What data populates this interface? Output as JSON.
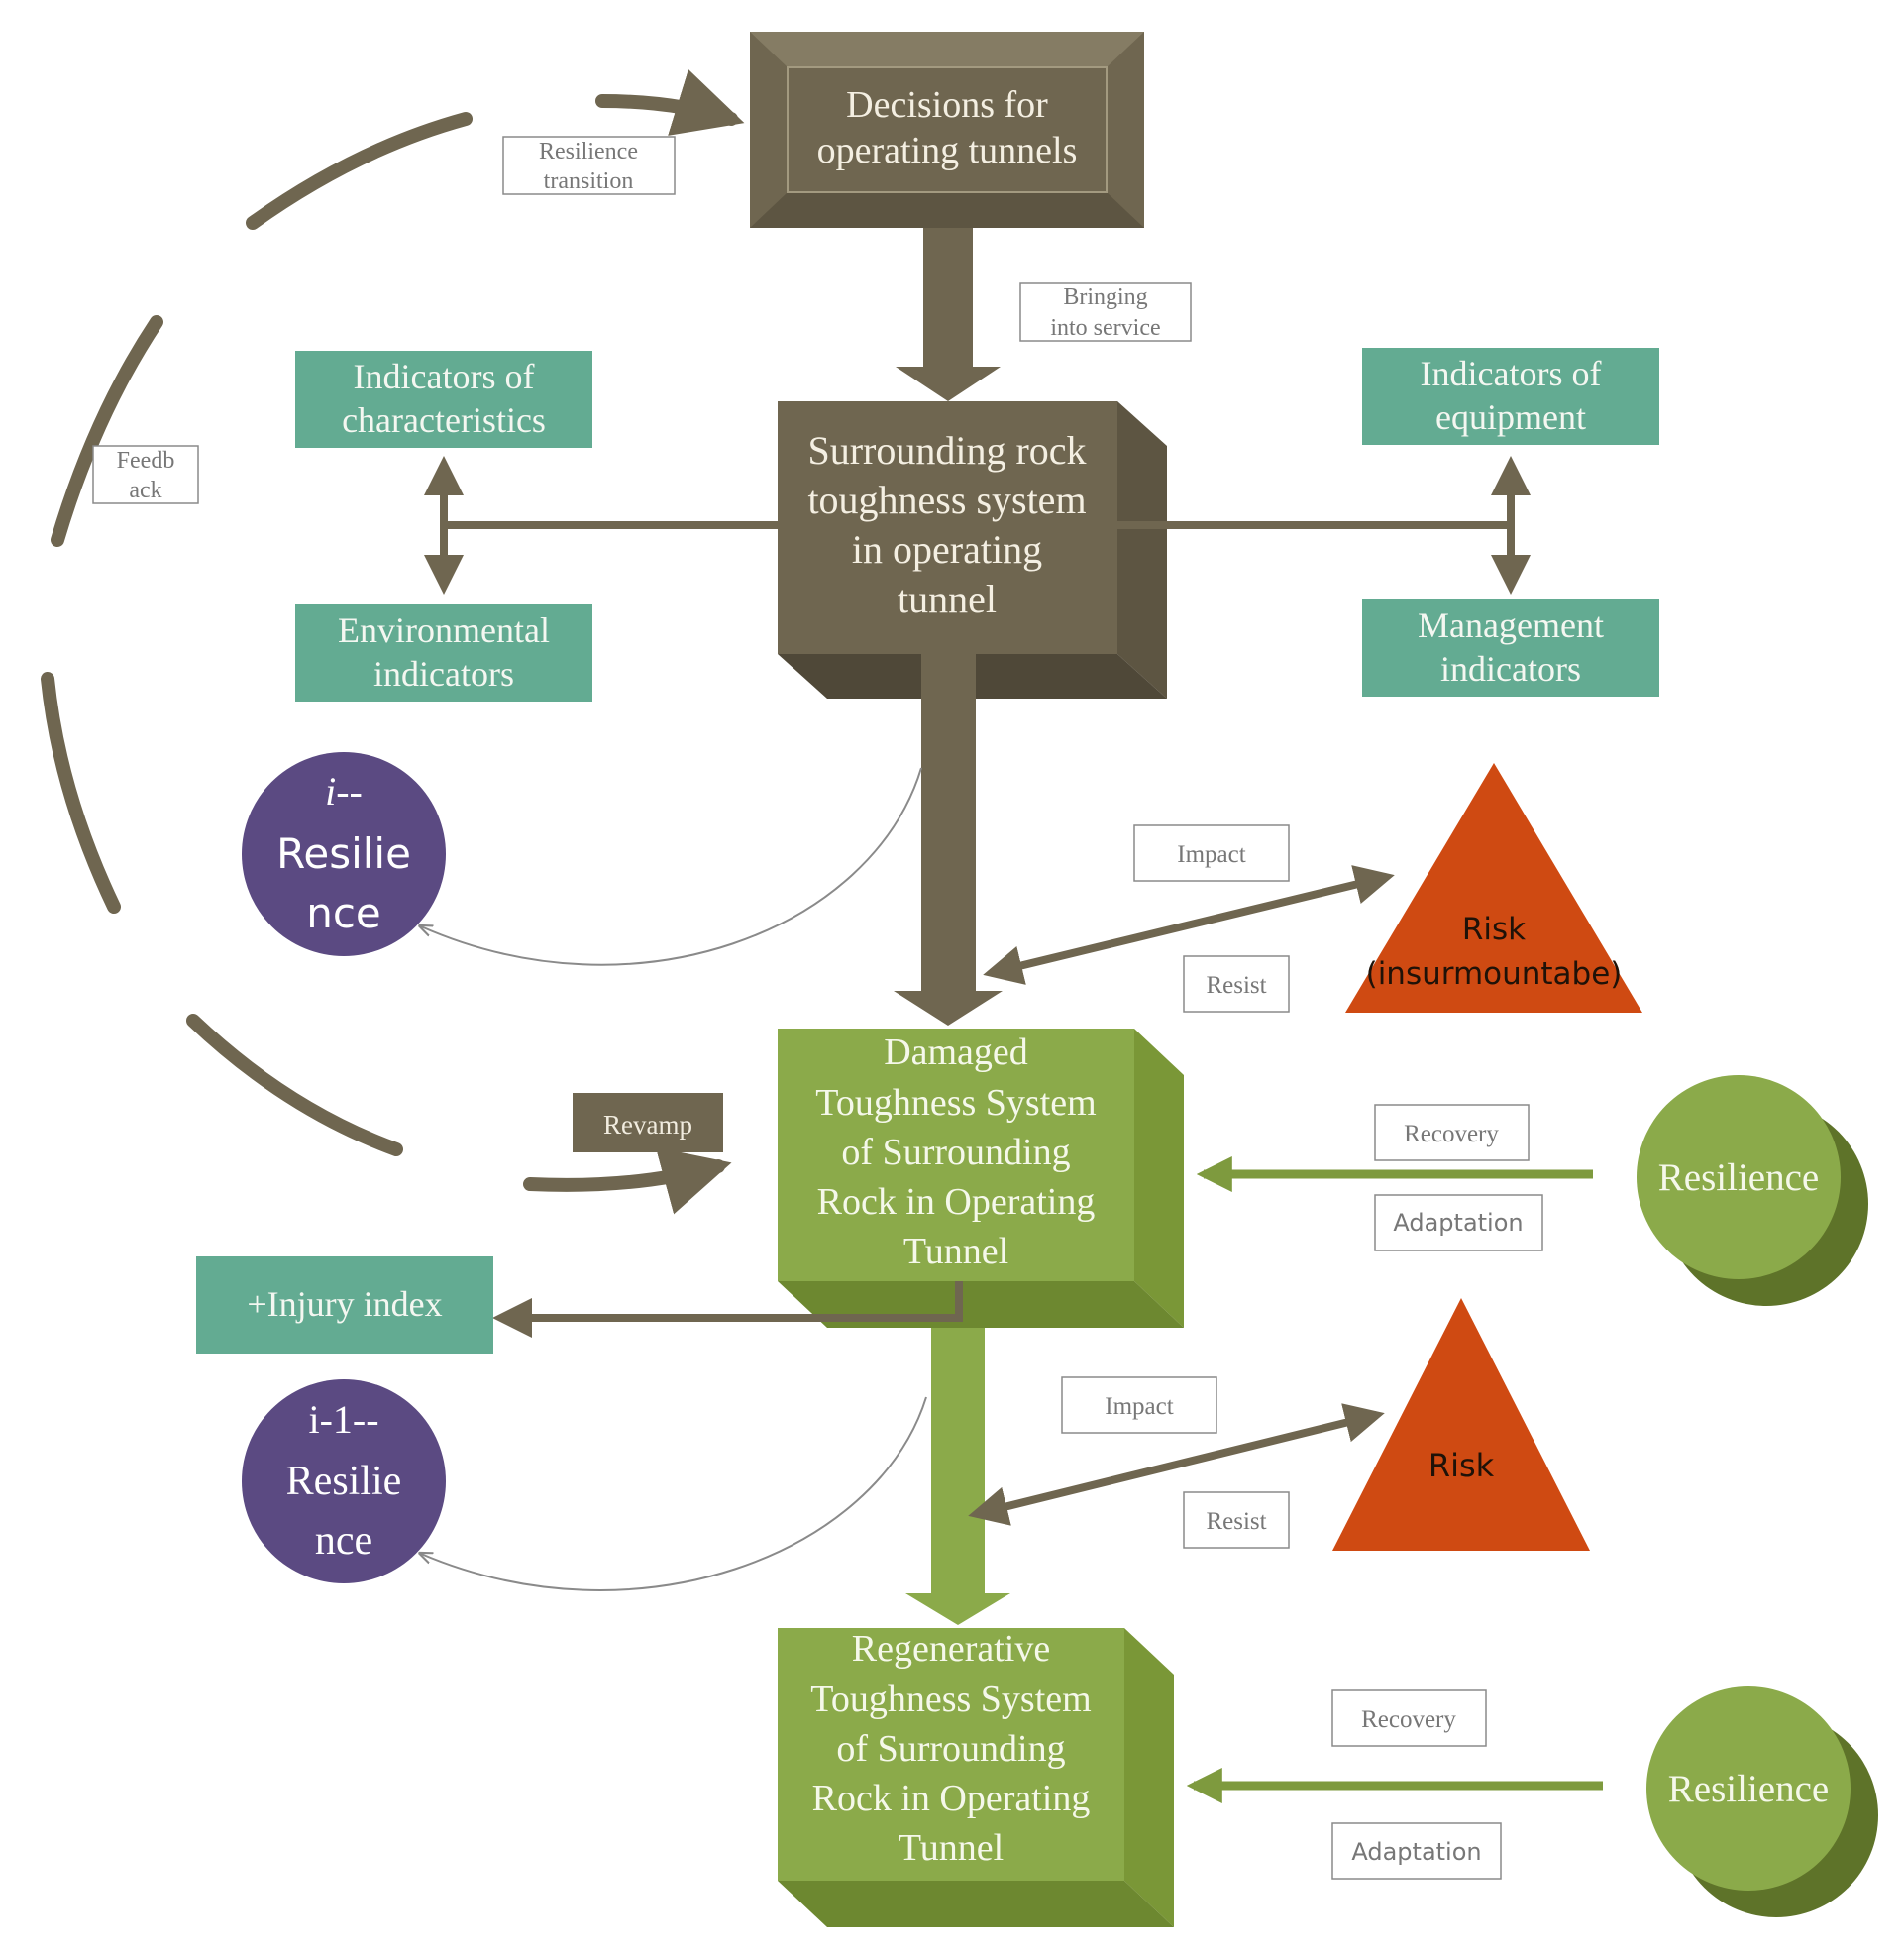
{
  "colors": {
    "brown": "#6f6650",
    "brown_light": "#857c64",
    "teal": "#63ab92",
    "green": "#8baa4a",
    "green_dark": "#5e7329",
    "purple": "#5b4a82",
    "red": "#cf4a12"
  },
  "nodes": {
    "decisions": [
      "Decisions for",
      "operating tunnels"
    ],
    "surrounding": [
      "Surrounding rock",
      "toughness system",
      "in operating",
      "tunnel"
    ],
    "damaged": [
      "Damaged",
      "Toughness System",
      "of Surrounding",
      "Rock in Operating",
      "Tunnel"
    ],
    "regenerative": [
      "Regenerative",
      "Toughness System",
      "of Surrounding",
      "Rock in Operating",
      "Tunnel"
    ],
    "ind_characteristics": [
      "Indicators of",
      "characteristics"
    ],
    "ind_environmental": [
      "Environmental",
      "indicators"
    ],
    "ind_equipment": [
      "Indicators of",
      "equipment"
    ],
    "ind_management": [
      "Management",
      "indicators"
    ],
    "injury_index": "+Injury index",
    "resilience_i": [
      "i--",
      "Resilie",
      "nce"
    ],
    "resilience_i1": [
      "i-1--",
      "Resilie",
      "nce"
    ],
    "risk_top": [
      "Risk",
      "(insurmountabe)"
    ],
    "risk_bottom": "Risk",
    "resilience_green_1": "Resilience",
    "resilience_green_2": "Resilience"
  },
  "labels": {
    "resilience_transition": [
      "Resilience",
      "transition"
    ],
    "bringing_into_service": [
      "Bringing",
      "into service"
    ],
    "feedback": [
      "Feedb",
      "ack"
    ],
    "impact_1": "Impact",
    "resist_1": "Resist",
    "revamp": "Revamp",
    "recovery_1": "Recovery",
    "adaptation_1": "Adaptation",
    "impact_2": "Impact",
    "resist_2": "Resist",
    "recovery_2": "Recovery",
    "adaptation_2": "Adaptation"
  }
}
